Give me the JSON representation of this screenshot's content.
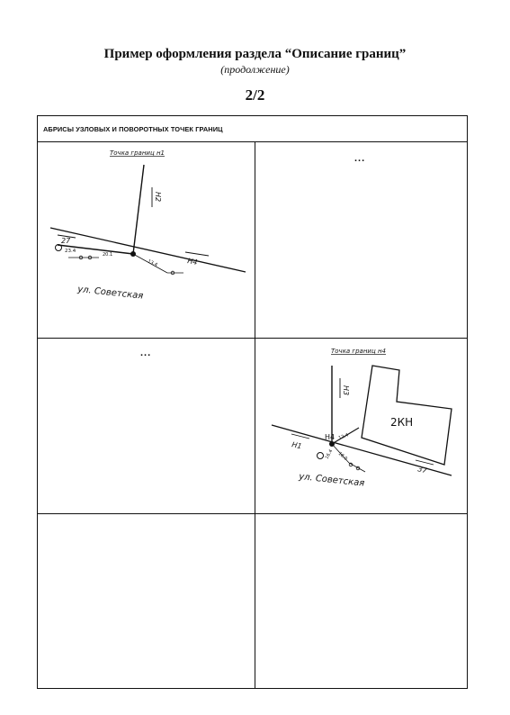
{
  "header": {
    "title": "Пример оформления раздела “Описание границ”",
    "subtitle": "(продолжение)",
    "page": "2/2"
  },
  "table": {
    "heading": "АБРИСЫ УЗЛОВЫХ И ПОВОРОТНЫХ ТОЧЕК ГРАНИЦ",
    "cells": [
      {
        "title": "Точка границ н1",
        "labels": {
          "n2": "Н2",
          "n4": "Н4",
          "d27": "27",
          "m_left": "23.4",
          "m_mid": "20.1",
          "m_right": "13.4",
          "street": "ул. Советская"
        }
      },
      {
        "ellipsis": "..."
      },
      {
        "ellipsis": "..."
      },
      {
        "title": "Точка границ н4",
        "labels": {
          "n3": "Н3",
          "n4": "Н4",
          "n1": "Н1",
          "d37": "37",
          "building": "2КН",
          "m_left": "16.4",
          "m_right": "12.4",
          "m_down": "18.0",
          "street": "ул. Советская"
        }
      },
      {
        "empty": true
      },
      {
        "empty": true
      }
    ]
  }
}
